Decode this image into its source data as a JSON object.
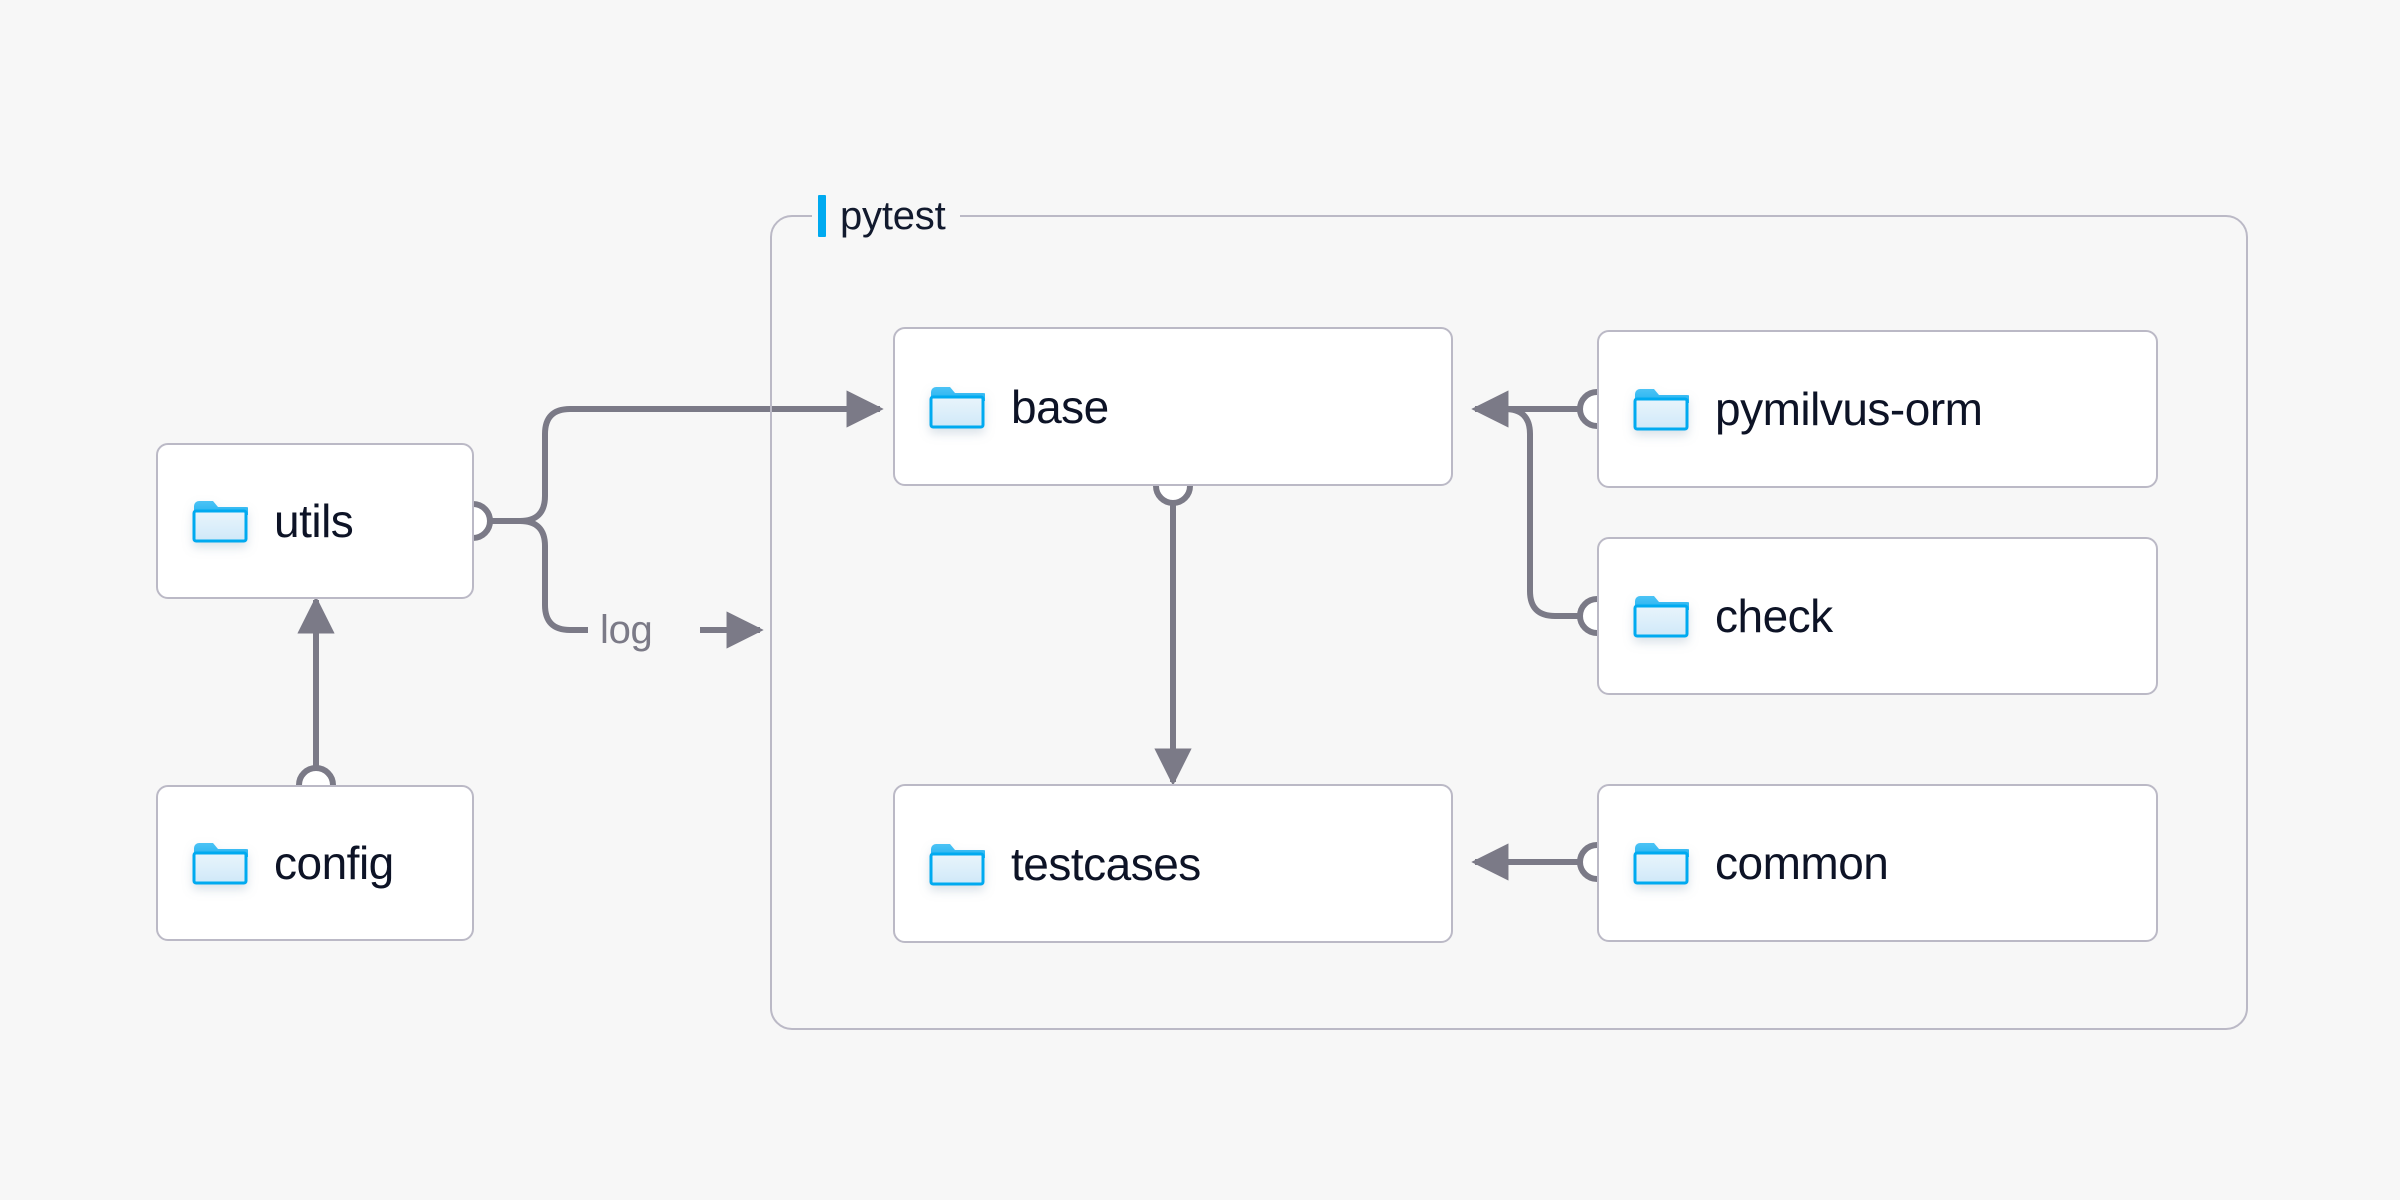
{
  "diagram": {
    "background_color": "#f7f7f7",
    "node_border_color": "#bbb9c6",
    "node_fill_color": "#ffffff",
    "edge_color": "#7b7a87",
    "text_color": "#0d1326",
    "accent_color": "#00aaf0",
    "folder_icon_color": "#00aaf0"
  },
  "group": {
    "title": "pytest",
    "accent_name": "group-accent-bar"
  },
  "nodes": [
    {
      "id": "utils",
      "label": "utils",
      "icon": "folder-icon"
    },
    {
      "id": "config",
      "label": "config",
      "icon": "folder-icon"
    },
    {
      "id": "base",
      "label": "base",
      "icon": "folder-icon"
    },
    {
      "id": "testcases",
      "label": "testcases",
      "icon": "folder-icon"
    },
    {
      "id": "pymilvus-orm",
      "label": "pymilvus-orm",
      "icon": "folder-icon"
    },
    {
      "id": "check",
      "label": "check",
      "icon": "folder-icon"
    },
    {
      "id": "common",
      "label": "common",
      "icon": "folder-icon"
    }
  ],
  "edge_labels": [
    {
      "id": "log",
      "text": "log"
    }
  ],
  "edges": [
    {
      "from": "config",
      "to": "utils",
      "label": ""
    },
    {
      "from": "utils",
      "to": "base",
      "label": ""
    },
    {
      "from": "utils",
      "to": "pytest",
      "label": "log"
    },
    {
      "from": "base",
      "to": "testcases",
      "label": ""
    },
    {
      "from": "pymilvus-orm",
      "to": "base",
      "label": ""
    },
    {
      "from": "check",
      "to": "base",
      "label": ""
    },
    {
      "from": "common",
      "to": "testcases",
      "label": ""
    }
  ]
}
